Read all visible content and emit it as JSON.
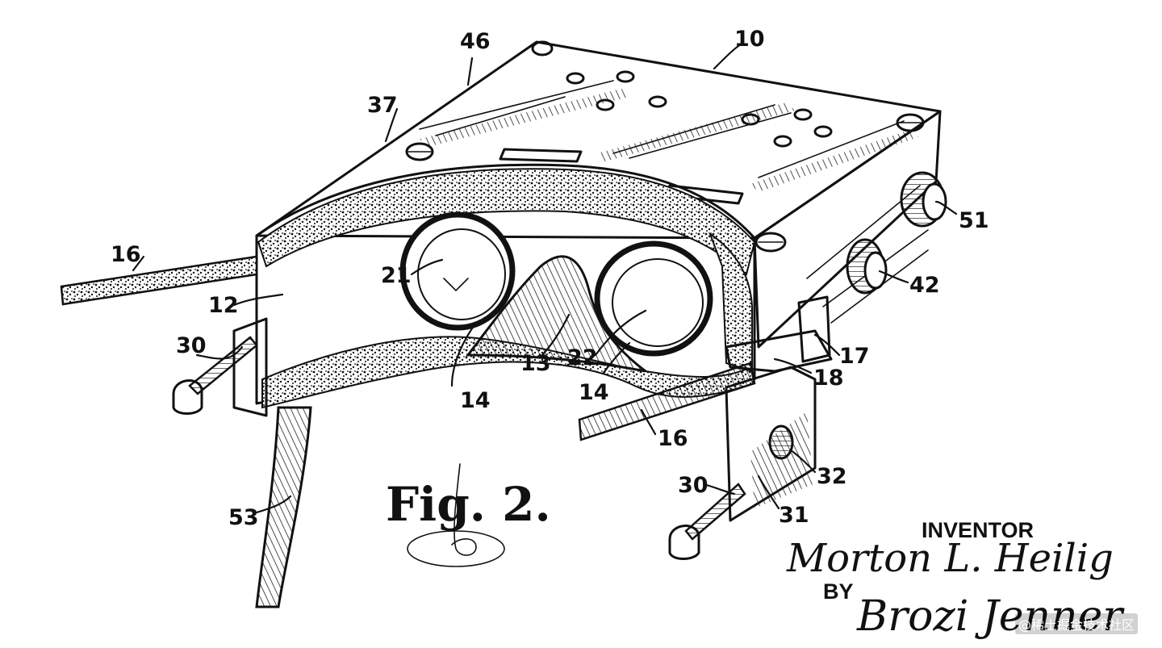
{
  "figure": {
    "label": "Fig. 2.",
    "inventor_heading": "INVENTOR",
    "inventor_signature": "Morton L. Heilig",
    "by_label": "BY",
    "attorney_signature": "Brozi Jenner"
  },
  "reference_numerals": {
    "r10": "10",
    "r46": "46",
    "r37": "37",
    "r16_left": "16",
    "r16_bottom": "16",
    "r12": "12",
    "r21": "21",
    "r22": "22",
    "r13": "13",
    "r14_left": "14",
    "r14_right": "14",
    "r30_left": "30",
    "r30_right": "30",
    "r51": "51",
    "r42": "42",
    "r17": "17",
    "r18": "18",
    "r32": "32",
    "r31": "31",
    "r53": "53"
  },
  "watermark": "@稀土掘金技术社区"
}
